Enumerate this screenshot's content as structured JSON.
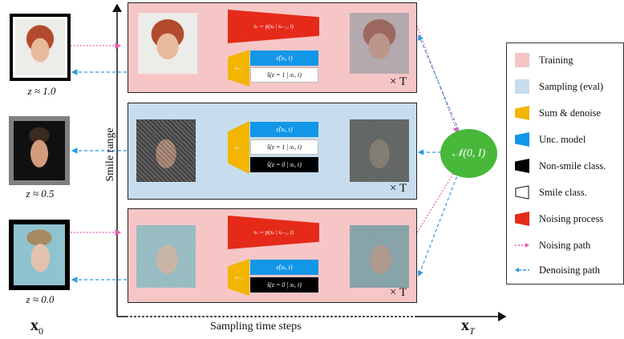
{
  "inputs": [
    {
      "z_label": "z ≈ 1.0",
      "frame_color": "#000000"
    },
    {
      "z_label": "z ≈ 0.5",
      "frame_color": "#808080"
    },
    {
      "z_label": "z ≈ 0.0",
      "frame_color": "#000000"
    }
  ],
  "axes": {
    "y_label": "Smile range",
    "x_label": "Sampling time steps",
    "x0_label": "x",
    "x0_sub": "0",
    "xT_label": "x",
    "xT_sub": "T"
  },
  "panels": [
    {
      "kind": "Training",
      "bg": "#f6c6c6",
      "noising_text": "xₜ ∼ p(xₜ | xₜ₋₁, t)",
      "denoise_text": "xₜ₋₁",
      "bars": [
        {
          "text": "ε̂(xₜ, t)",
          "style": "blue"
        },
        {
          "text": "ŝ(z = 1 | xₜ, t)",
          "style": "white"
        }
      ],
      "times": "× T"
    },
    {
      "kind": "Sampling (eval)",
      "bg": "#c7ddee",
      "noising_text": "",
      "denoise_text": "xₜ₋₁",
      "bars": [
        {
          "text": "ε̂(xₜ, t)",
          "style": "blue"
        },
        {
          "text": "ŝ(z = 1 | xₜ, t)",
          "style": "white"
        },
        {
          "text": "ŝ(z = 0 | xₜ, t)",
          "style": "black"
        }
      ],
      "times": "× T"
    },
    {
      "kind": "Training",
      "bg": "#f6c6c6",
      "noising_text": "xₜ ∼ p(xₜ | xₜ₋₁, t)",
      "denoise_text": "xₜ₋₁",
      "bars": [
        {
          "text": "ε̂(xₜ, t)",
          "style": "blue"
        },
        {
          "text": "ŝ(z = 0 | xₜ, t)",
          "style": "black"
        }
      ],
      "times": "× T"
    }
  ],
  "noise_node": {
    "label": "𝒩(0, I)",
    "color": "#47b83a"
  },
  "legend": [
    {
      "label": "Training",
      "swatch": "pink",
      "color": "#f6c6c6"
    },
    {
      "label": "Sampling (eval)",
      "swatch": "lightblue",
      "color": "#c7ddee"
    },
    {
      "label": "Sum & denoise",
      "swatch": "yellow-trapezoid",
      "color": "#f2b500"
    },
    {
      "label": "Unc. model",
      "swatch": "blue-trapezoid",
      "color": "#1296e8"
    },
    {
      "label": "Non-smile class.",
      "swatch": "black-trapezoid",
      "color": "#000000"
    },
    {
      "label": "Smile class.",
      "swatch": "white-trapezoid",
      "color": "#ffffff"
    },
    {
      "label": "Noising process",
      "swatch": "red-trapezoid",
      "color": "#e52a1a"
    },
    {
      "label": "Noising path",
      "swatch": "pink-dotted-arrow",
      "color": "#e85fb0"
    },
    {
      "label": "Denoising path",
      "swatch": "blue-dashed-arrow",
      "color": "#2a9be0"
    }
  ]
}
